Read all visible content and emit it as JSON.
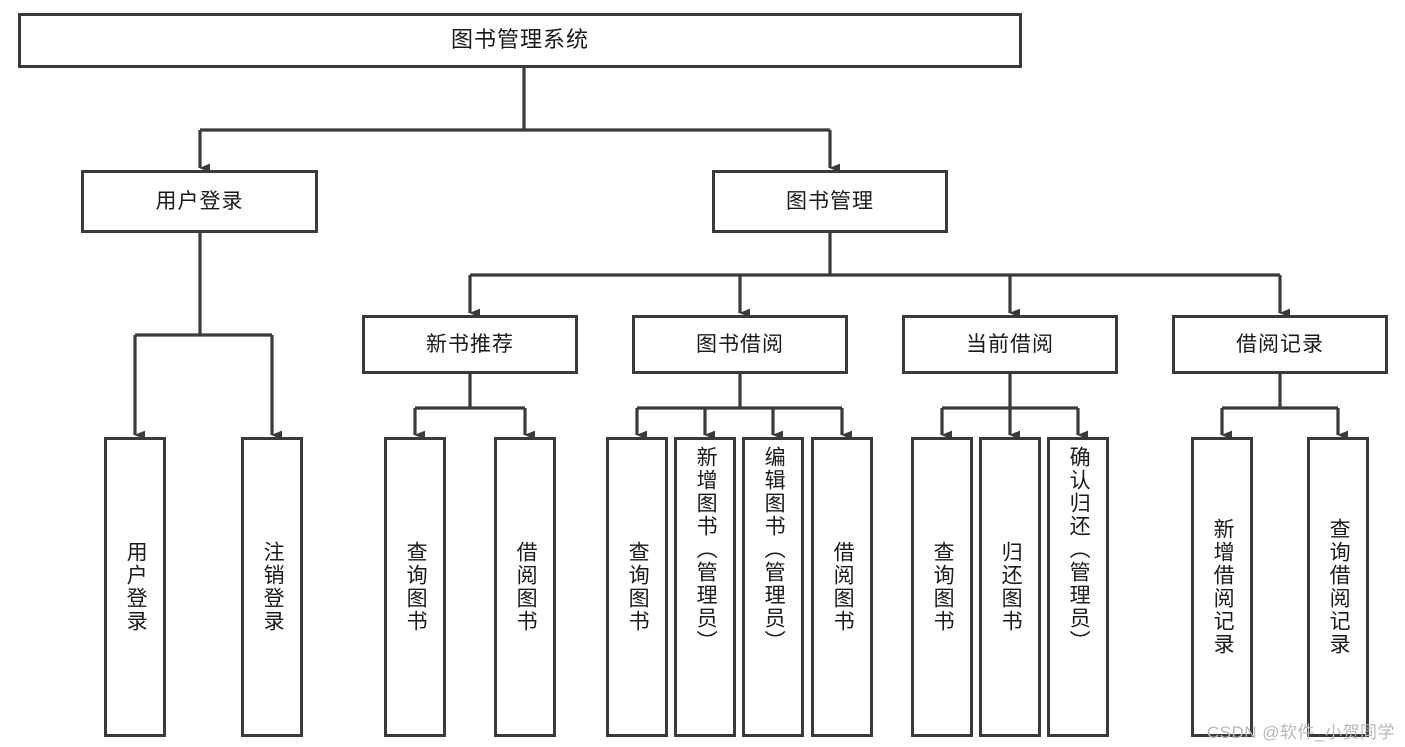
{
  "diagram": {
    "title": "图书管理系统",
    "type": "tree-hierarchy-diagram",
    "colors": {
      "box_border": "#3a3a3a",
      "box_fill": "#ffffff",
      "connector": "#3a3a3a",
      "text": "#1a1a1a",
      "watermark": "#b9b9b9",
      "background": "#ffffff"
    },
    "root": {
      "label": "图书管理系统"
    },
    "level2": [
      {
        "id": "user-login",
        "label": "用户登录"
      },
      {
        "id": "book-management",
        "label": "图书管理"
      }
    ],
    "level3": [
      {
        "id": "new-book-recommend",
        "label": "新书推荐"
      },
      {
        "id": "book-borrow",
        "label": "图书借阅"
      },
      {
        "id": "current-borrow",
        "label": "当前借阅"
      },
      {
        "id": "borrow-record",
        "label": "借阅记录"
      }
    ],
    "leaves": {
      "user_login": [
        {
          "id": "leaf-user-login",
          "label": "用户登录"
        },
        {
          "id": "leaf-user-logout",
          "label": "注销登录"
        }
      ],
      "new_book_recommend": [
        {
          "id": "leaf-query-book-1",
          "label": "查询图书"
        },
        {
          "id": "leaf-borrow-book-1",
          "label": "借阅图书"
        }
      ],
      "book_borrow": [
        {
          "id": "leaf-query-book-2",
          "label": "查询图书"
        },
        {
          "id": "leaf-add-book-admin",
          "label": "新增图书（管理员）"
        },
        {
          "id": "leaf-edit-book-admin",
          "label": "编辑图书（管理员）"
        },
        {
          "id": "leaf-borrow-book-2",
          "label": "借阅图书"
        }
      ],
      "current_borrow": [
        {
          "id": "leaf-query-book-3",
          "label": "查询图书"
        },
        {
          "id": "leaf-return-book",
          "label": "归还图书"
        },
        {
          "id": "leaf-confirm-return-admin",
          "label": "确认归还（管理员）"
        }
      ],
      "borrow_record": [
        {
          "id": "leaf-add-borrow-record",
          "label": "新增借阅记录"
        },
        {
          "id": "leaf-query-borrow-record",
          "label": "查询借阅记录"
        }
      ]
    },
    "watermark": "CSDN @软件_小贺同学"
  }
}
